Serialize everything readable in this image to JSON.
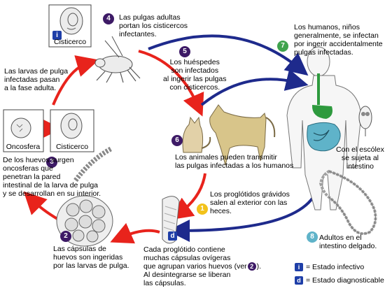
{
  "colors": {
    "badge_purple": "#3d1a66",
    "badge_green": "#3fa34d",
    "badge_yellow": "#f2c21b",
    "badge_teal": "#5fb3c9",
    "arrow_red": "#e8231c",
    "arrow_blue": "#1e2a8c",
    "legend_blue": "#1f3fa8"
  },
  "steps": [
    {
      "num": "1",
      "text": "Los proglótidos grávidos\nsalen al exterior con las\nheces."
    },
    {
      "num": "2",
      "text": "Las cápsulas de\nhuevos son ingeridas\npor las larvas de pulga."
    },
    {
      "num": "3",
      "text": "De los huevos surgen\noncosferas que\npenetran la pared\nintestinal de la larva de pulga\ny se desarrollan en su interior."
    },
    {
      "num": "4",
      "text": "Las pulgas adultas\nportan los cisticercos\ninfectantes."
    },
    {
      "num": "5",
      "text": "Los huéspedes\nson infectados\nal ingerir las pulgas\ncon cisticercos."
    },
    {
      "num": "6",
      "text": "Los animales pueden transmitir\nlas pulgas infectadas a los humanos"
    },
    {
      "num": "7",
      "text": "Los humanos, niños\ngeneralmente, se infectan\npor ingerir accidentalmente\npulgas infectadas."
    },
    {
      "num": "8",
      "text": "Adultos en el\nintestino delgado."
    }
  ],
  "texts": {
    "larvae_note": "Las larvas de pulga\ninfectadas pasan\na la fase adulta.",
    "proglottid_note": "Cada proglótido contiene\nmuchas cápsulas ovígeras\nque agrupan varios huevos (ver",
    "proglottid_note_num": "2",
    "proglottid_note_end": ").\nAl desintegrarse se liberan\nlas cápsulas.",
    "scolex_note": "Con el escólex\nse sujeta al\nintestino"
  },
  "labels": {
    "cisticerco_top": "Cisticerco",
    "oncosfera": "Oncosfera",
    "cisticerco_left": "Cisticerco"
  },
  "markers": {
    "infective": "i",
    "diagnostic": "d"
  },
  "legend": [
    {
      "symbol": "i",
      "text": "= Estado infectivo"
    },
    {
      "symbol": "d",
      "text": "= Estado diagnosticable"
    }
  ]
}
